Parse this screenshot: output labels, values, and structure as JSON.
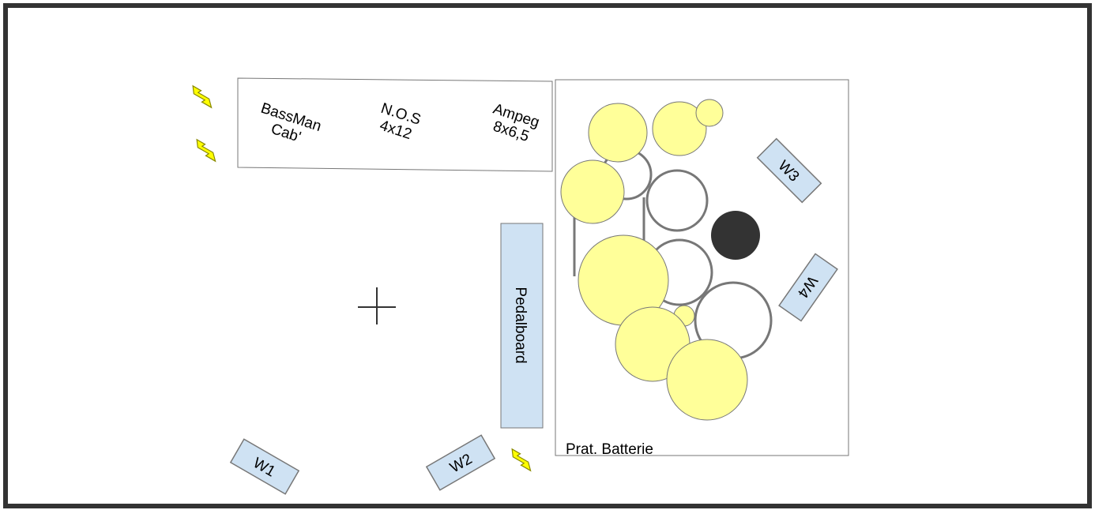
{
  "amps": {
    "bassman_line1": "BassMan",
    "bassman_line2": "Cab'",
    "nos_line1": "N.O.S",
    "nos_line2": "4x12",
    "ampeg_line1": "Ampeg",
    "ampeg_line2": "8x6,5"
  },
  "pedalboard": {
    "label": "Pedalboard"
  },
  "drums": {
    "label": "Prat. Batterie"
  },
  "wedges": {
    "w1": "W1",
    "w2": "W2",
    "w3": "W3",
    "w4": "W4"
  },
  "colors": {
    "frame": "#333333",
    "wedge_fill": "#cfe2f3",
    "cymbal_fill": "#ffff99",
    "drum_outline": "#777777",
    "floor_tom_dark": "#333333",
    "power_icon": "#ffff00"
  },
  "icons": {
    "power": "power-outlet-lightning-icon",
    "position": "crosshair-marker-icon"
  }
}
